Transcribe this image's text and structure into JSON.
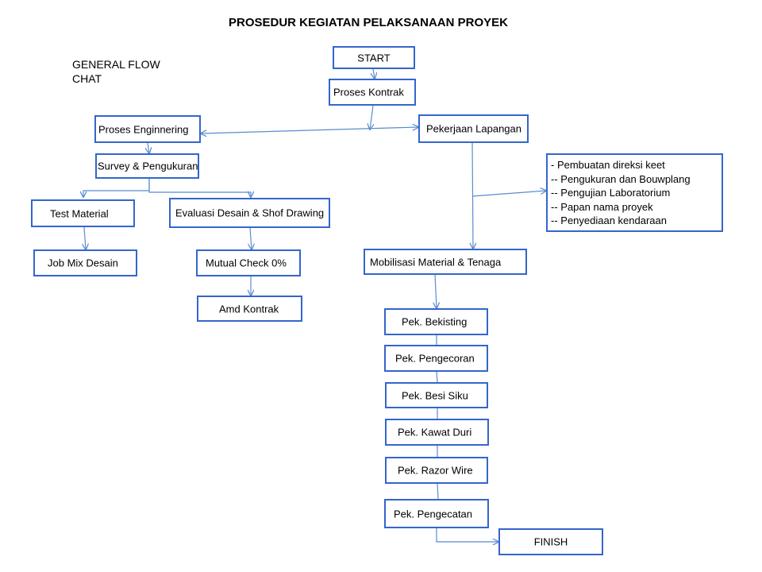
{
  "title": "PROSEDUR KEGIATAN PELAKSANAAN PROYEK",
  "subtitle_lines": [
    "GENERAL FLOW",
    "CHAT"
  ],
  "nodes": {
    "start": "START",
    "proses_kontrak": "Proses Kontrak",
    "proses_enginnering": "Proses Enginnering",
    "pekerjaan_lapangan": "Pekerjaan Lapangan",
    "survey": "Survey & Pengukuran",
    "test_material": "Test Material",
    "evaluasi": "Evaluasi Desain & Shof Drawing",
    "job_mix": "Job Mix Desain",
    "mutual_check": "Mutual Check 0%",
    "amd_kontrak": "Amd Kontrak",
    "mobilisasi": "Mobilisasi Material & Tenaga",
    "bekisting": "Pek. Bekisting",
    "pengecoran": "Pek. Pengecoran",
    "besi_siku": "Pek. Besi Siku",
    "kawat_duri": "Pek. Kawat Duri",
    "razor_wire": "Pek. Razor Wire",
    "pengecatan": "Pek. Pengecatan",
    "finish": "FINISH"
  },
  "lapangan_list": [
    "-  Pembuatan direksi keet",
    "-- Pengukuran dan Bouwplang",
    "-- Pengujian Laboratorium",
    "-- Papan nama proyek",
    "-- Penyediaan kendaraan"
  ],
  "colors": {
    "box_border": "#3366cc",
    "connector": "#5b8bd0"
  }
}
